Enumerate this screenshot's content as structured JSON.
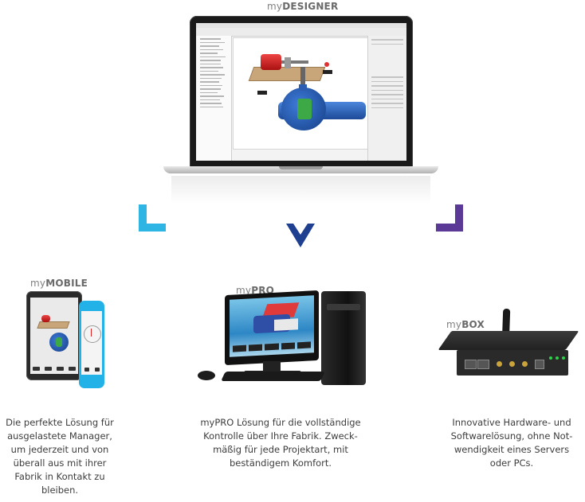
{
  "products": {
    "designer": {
      "name_prefix": "my",
      "name_suffix": "DESIGNER"
    },
    "mobile": {
      "name_prefix": "my",
      "name_suffix": "MOBILE",
      "description": "Die perfekte Lösung für\nausgelastete Manager,\num jederzeit und von\nüberall aus mit ihrer\nFabrik in Kontakt zu\nbleiben."
    },
    "pro": {
      "name_prefix": "my",
      "name_suffix": "PRO",
      "description": "myPRO Lösung für die vollständige\nKontrolle über Ihre Fabrik. Zweck-\nmäßig für jede Projektart, mit\nbeständigem Komfort."
    },
    "box": {
      "name_prefix": "my",
      "name_suffix": "BOX",
      "description": "Innovative Hardware- und\nSoftwarelösung, ohne Not-\nwendigkeit eines Servers\noder PCs."
    }
  },
  "colors": {
    "arrow_left": "#2fb5e4",
    "arrow_center": "#1f3f91",
    "arrow_right": "#5b3a97",
    "phone": "#23b2e8"
  },
  "icons": {
    "arrow_left": "corner-arrow-down-left-icon",
    "arrow_center": "chevron-down-icon",
    "arrow_right": "corner-arrow-down-right-icon"
  }
}
